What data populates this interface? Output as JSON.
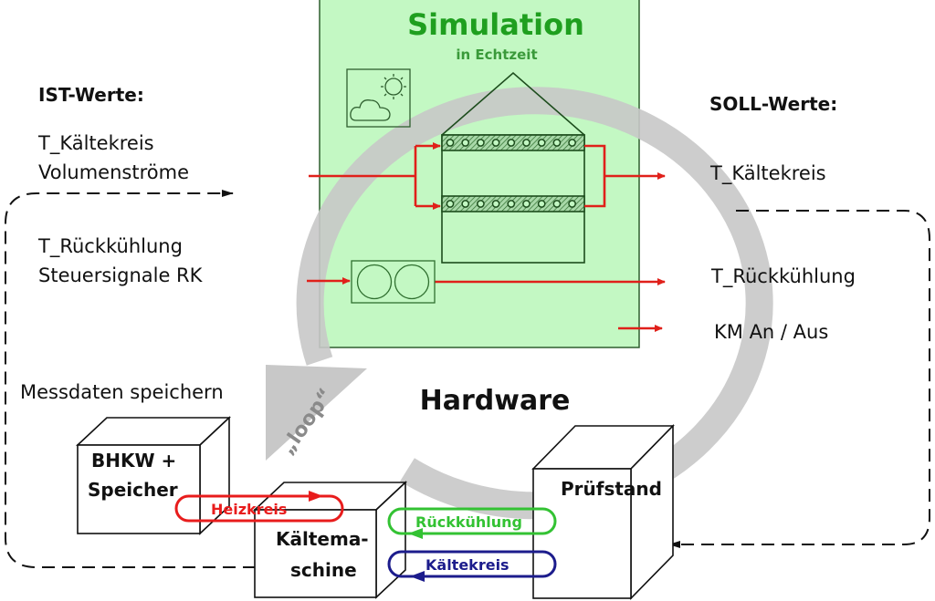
{
  "colors": {
    "simulation_panel_fill": "#c3f8c3",
    "simulation_panel_stroke": "#2f5f2f",
    "simulation_title": "#1f9f1f",
    "simulation_subtitle": "#3a9a3a",
    "loop_arrow": "#c8c8c8",
    "loop_text": "#8a8a8a",
    "signal_arrow": "#e0201a",
    "heizkreis": "#e81c1c",
    "rueckkuehlung": "#33c233",
    "kaeltekreis": "#1c1c8c",
    "building_stroke": "#1d4d1d",
    "text": "#111111"
  },
  "simulation": {
    "title": "Simulation",
    "subtitle": "in Echtzeit",
    "icons": [
      "weather-sun-cloud-icon",
      "building-icon",
      "recooler-icon"
    ]
  },
  "hardware": {
    "title": "Hardware"
  },
  "loop": {
    "label": "„loop“"
  },
  "ist_values": {
    "heading": "IST-Werte:",
    "group1": [
      "T_Kältekreis",
      "Volumenströme"
    ],
    "group2": [
      "T_Rückkühlung",
      "Steuersignale RK"
    ]
  },
  "soll_values": {
    "heading": "SOLL-Werte:",
    "items": [
      "T_Kältekreis",
      "T_Rückkühlung",
      "KM An / Aus"
    ]
  },
  "store_label": "Messdaten speichern",
  "boxes": {
    "bhkw": [
      "BHKW +",
      "Speicher"
    ],
    "kaeltemaschine": [
      "Kältema-",
      "schine"
    ],
    "pruefstand": [
      "Prüfstand"
    ]
  },
  "circuits": {
    "heizkreis": "Heizkreis",
    "rueckkuehlung": "Rückkühlung",
    "kaeltekreis": "Kältekreis"
  }
}
